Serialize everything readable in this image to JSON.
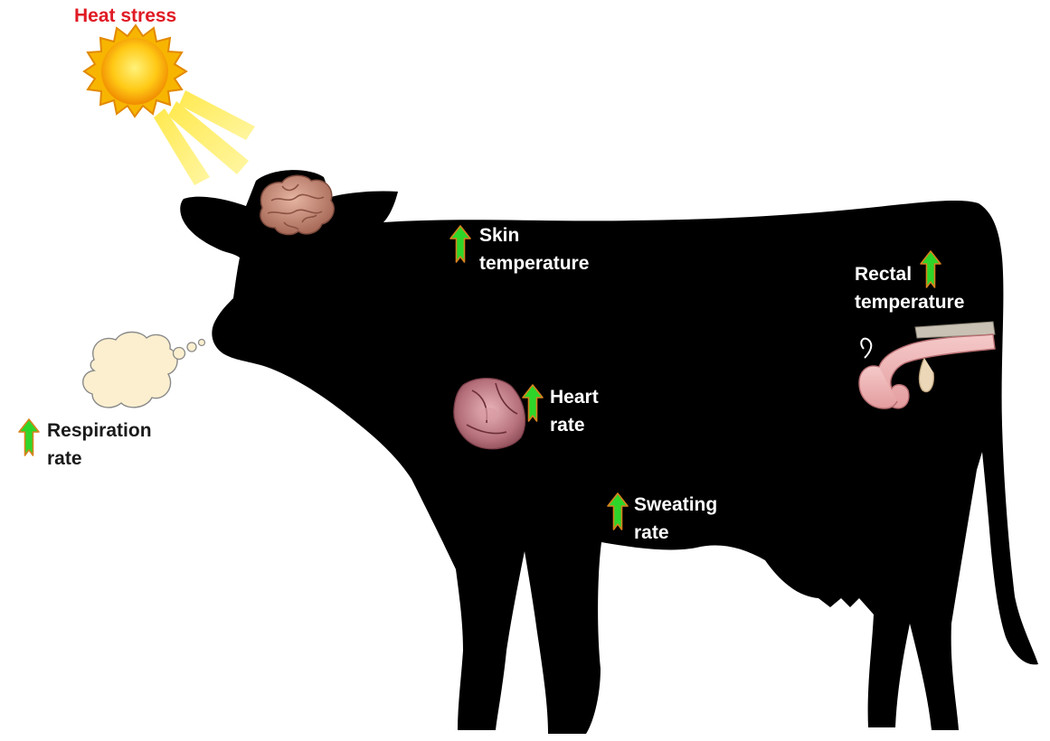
{
  "title": "Heat stress",
  "labels": {
    "skin": [
      "Skin",
      "temperature"
    ],
    "rectal": [
      "Rectal",
      "temperature"
    ],
    "heart": [
      "Heart",
      "rate"
    ],
    "sweating": [
      "Sweating",
      "rate"
    ],
    "respiration": [
      "Respiration",
      "rate"
    ]
  },
  "icons": {
    "sun": "sun-icon",
    "brain": "brain-icon",
    "heart": "heart-organ-icon",
    "intestine": "rectum-icon",
    "breath": "thought-cloud-icon",
    "increase": "up-arrow-icon"
  },
  "colors": {
    "title": "#e01b24",
    "silhouette": "#000000",
    "arrow_fill": "#2fd62a",
    "arrow_outline": "#d9821c",
    "sun": "#f7b500"
  }
}
